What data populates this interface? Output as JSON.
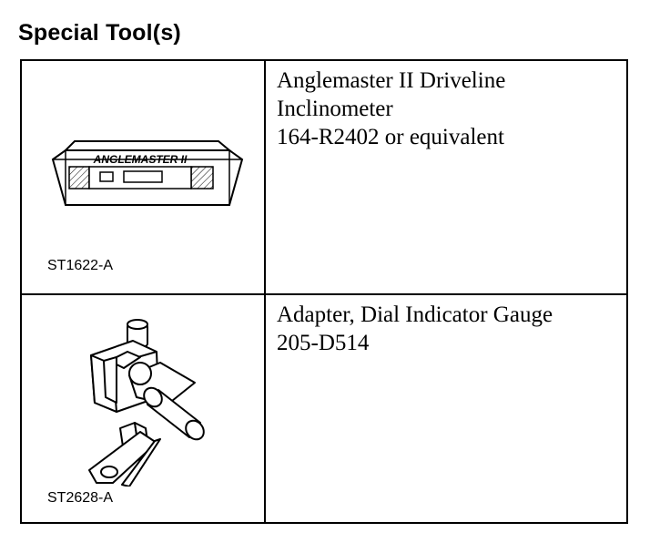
{
  "heading": "Special Tool(s)",
  "tools": [
    {
      "illustration_code": "ST1622-A",
      "device_label": "ANGLEMASTER II",
      "icon": "inclinometer-icon",
      "description_lines": [
        "Anglemaster II Driveline",
        "Inclinometer",
        "164-R2402 or equivalent"
      ]
    },
    {
      "illustration_code": "ST2628-A",
      "icon": "dial-indicator-adapter-icon",
      "description_lines": [
        "Adapter, Dial Indicator Gauge",
        "205-D514"
      ]
    }
  ]
}
